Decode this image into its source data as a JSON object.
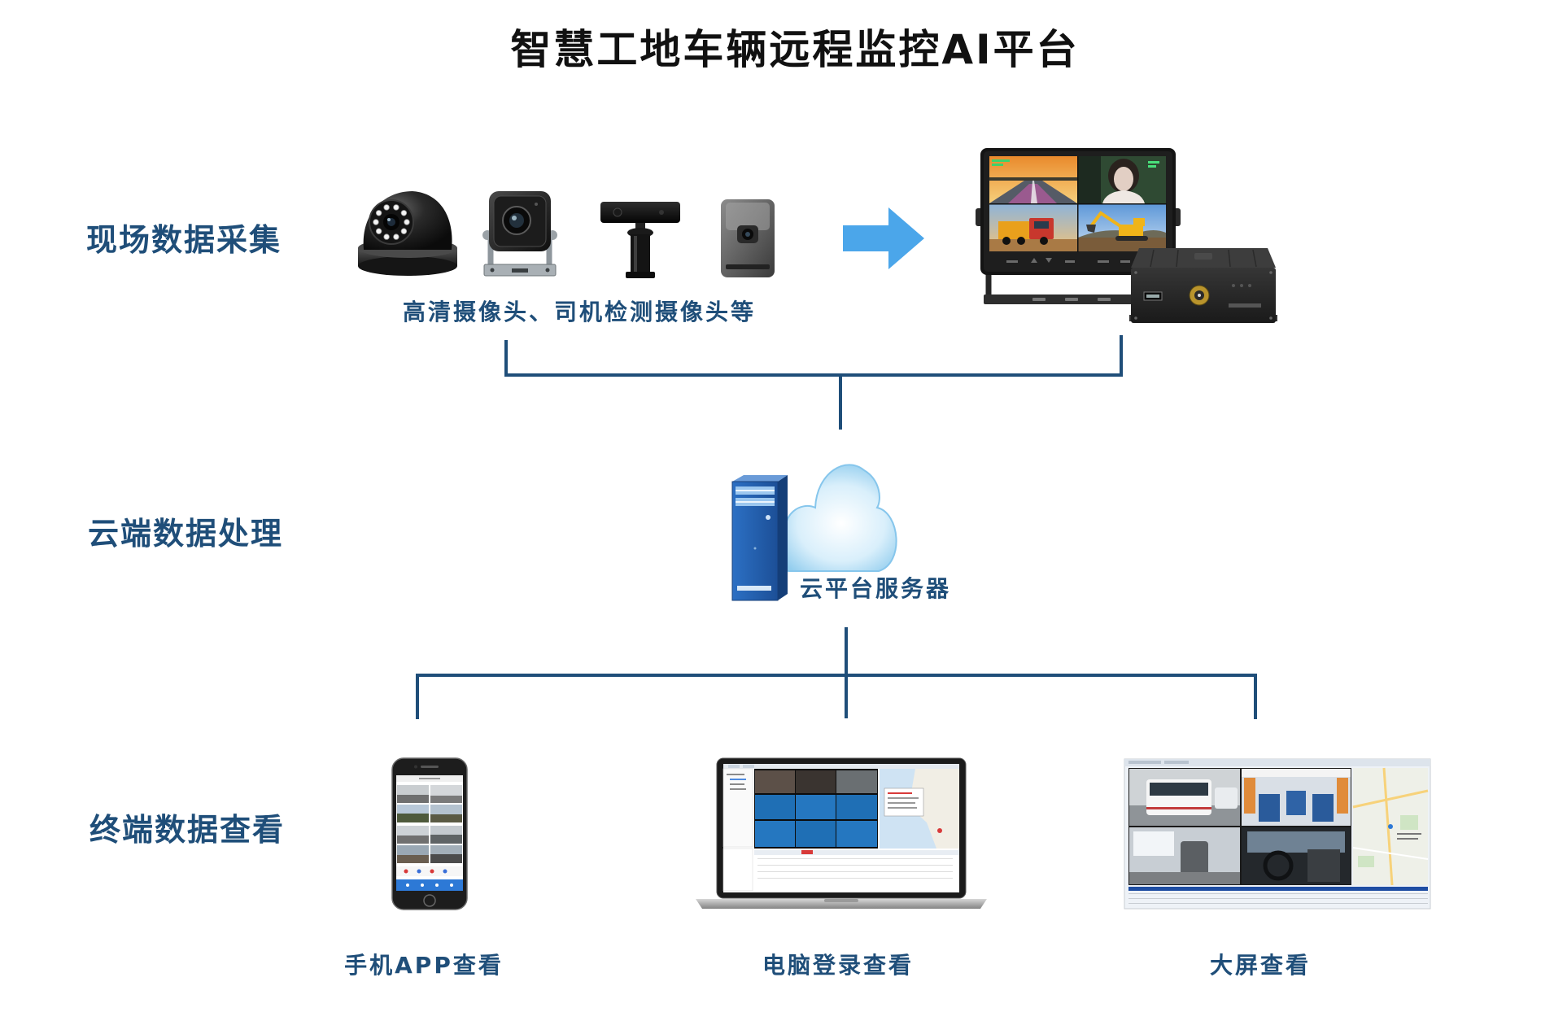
{
  "title": "智慧工地车辆远程监控AI平台",
  "colors": {
    "title": "#111111",
    "label": "#1f4e79",
    "line": "#1f4e79",
    "arrow": "#4ba6ea",
    "server": "#1e5fae",
    "cloud": "#cfe9f8"
  },
  "layers": {
    "collection": {
      "label": "现场数据采集",
      "caption": "高清摄像头、司机检测摄像头等",
      "devices": [
        "dome-camera-icon",
        "box-camera-icon",
        "driver-camera-icon",
        "compact-camera-icon"
      ],
      "flow_icon": "arrow-right-icon",
      "recorders": [
        "vehicle-monitor-icon",
        "mdvr-recorder-icon"
      ]
    },
    "cloud": {
      "label": "云端数据处理",
      "caption": "云平台服务器",
      "icons": [
        "server-icon",
        "cloud-icon"
      ]
    },
    "terminal": {
      "label": "终端数据查看",
      "items": [
        {
          "label": "手机APP查看",
          "icon": "smartphone-icon"
        },
        {
          "label": "电脑登录查看",
          "icon": "laptop-icon"
        },
        {
          "label": "大屏查看",
          "icon": "large-screen-icon"
        }
      ]
    }
  }
}
